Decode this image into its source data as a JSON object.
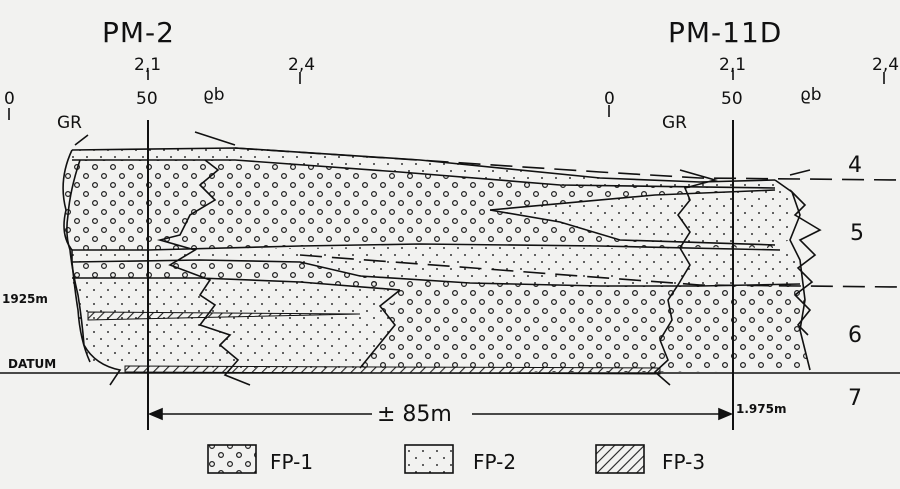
{
  "wells": [
    {
      "name": "PM-2",
      "gr_scale_left": "0",
      "gr_scale_right": "50",
      "gr_label": "GR",
      "rho_scale_left": "2,1",
      "rho_label": "ϱb",
      "rho_scale_right": "2,4",
      "depth_label": "1925m"
    },
    {
      "name": "PM-11D",
      "gr_scale_left": "0",
      "gr_scale_right": "50",
      "gr_label": "GR",
      "rho_scale_left": "2,1",
      "rho_label": "ϱb",
      "rho_scale_right": "2,4",
      "depth_label": "1.975m"
    }
  ],
  "units": [
    "4",
    "5",
    "6",
    "7"
  ],
  "datum_label": "DATUM",
  "distance_label": "± 85m",
  "legend": [
    {
      "code": "FP-1",
      "pattern": "circles"
    },
    {
      "code": "FP-2",
      "pattern": "dots"
    },
    {
      "code": "FP-3",
      "pattern": "hatch"
    }
  ]
}
